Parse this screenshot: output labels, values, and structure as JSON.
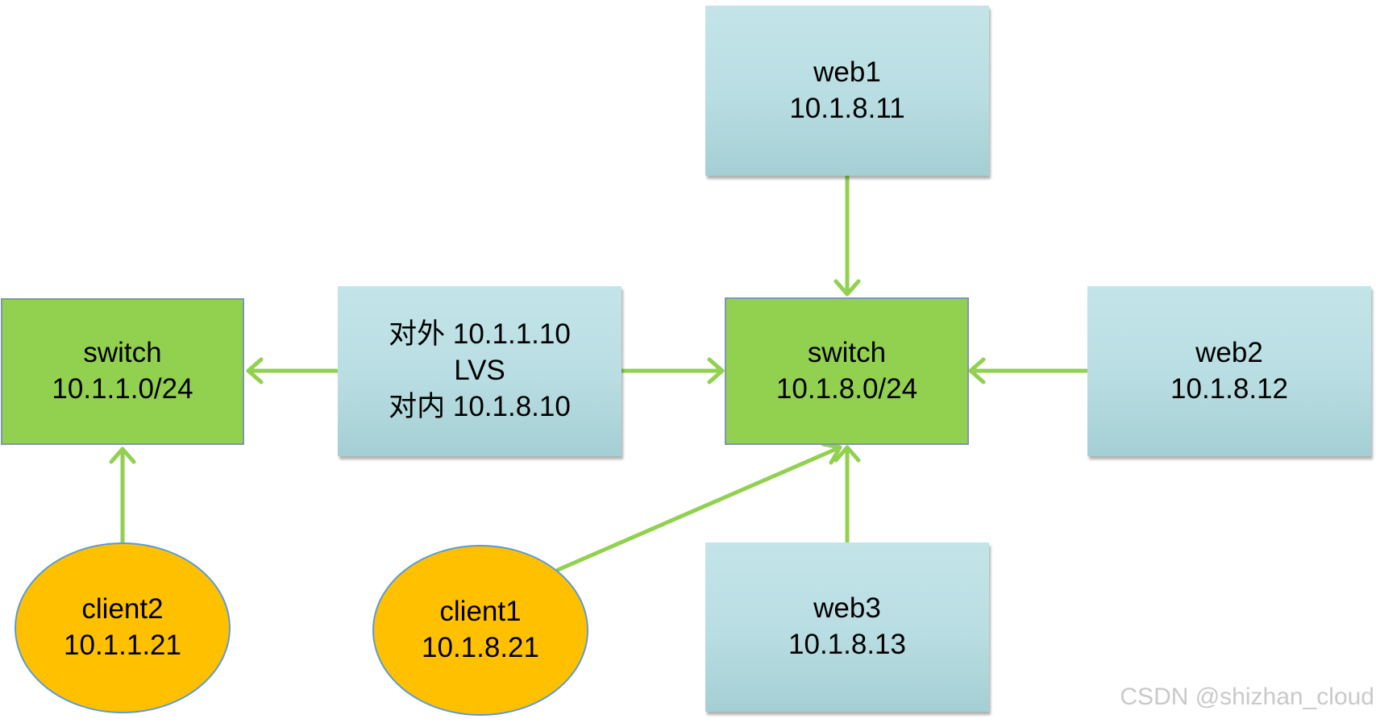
{
  "colors": {
    "server_fill": "#c3e5e9",
    "switch_fill": "#92d050",
    "switch_border": "#7f96b0",
    "client_fill": "#ffc000",
    "client_border": "#5b9bd5",
    "connector": "#92d050"
  },
  "nodes": {
    "web1": {
      "name": "web1",
      "ip": "10.1.8.11"
    },
    "web2": {
      "name": "web2",
      "ip": "10.1.8.12"
    },
    "web3": {
      "name": "web3",
      "ip": "10.1.8.13"
    },
    "lvs": {
      "external": "对外 10.1.1.10",
      "name": "LVS",
      "internal": "对内 10.1.8.10"
    },
    "switch_external": {
      "name": "switch",
      "subnet": "10.1.1.0/24"
    },
    "switch_internal": {
      "name": "switch",
      "subnet": "10.1.8.0/24"
    },
    "client1": {
      "name": "client1",
      "ip": "10.1.8.21"
    },
    "client2": {
      "name": "client2",
      "ip": "10.1.1.21"
    }
  },
  "watermark": "CSDN @shizhan_cloud"
}
